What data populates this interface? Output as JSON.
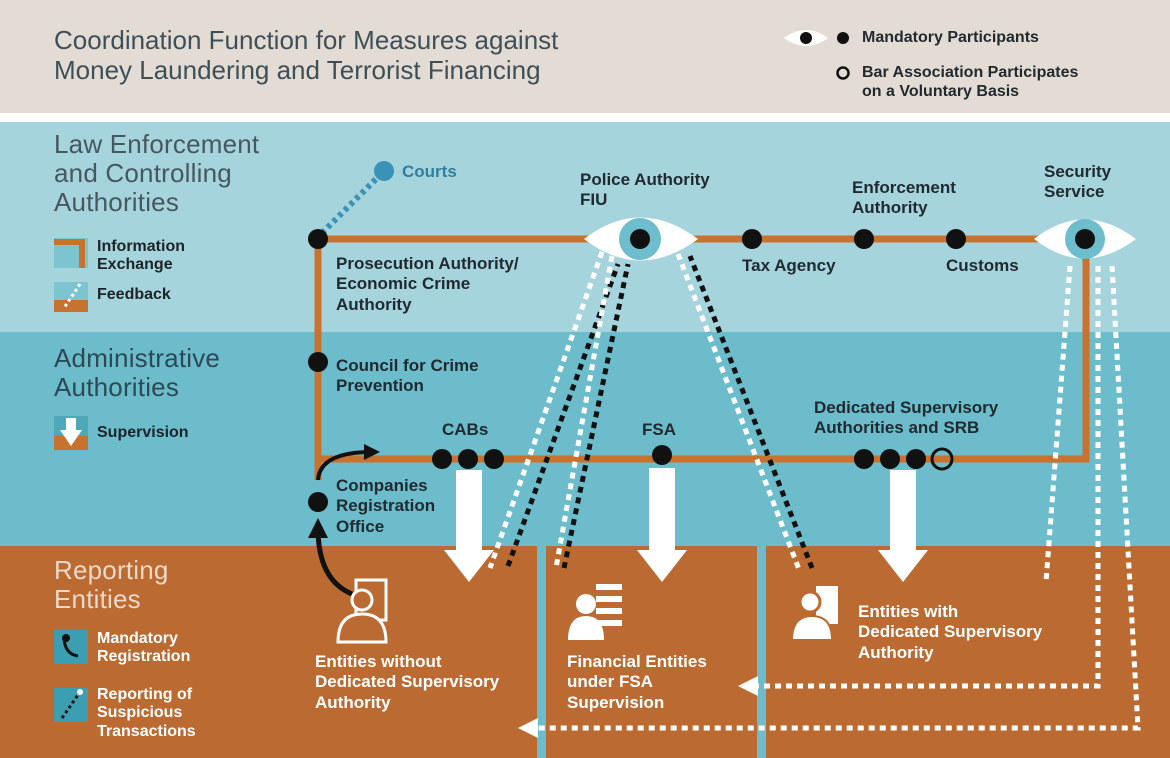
{
  "header": {
    "title": "Coordination Function for Measures against\nMoney Laundering and Terrorist Financing",
    "legend_mandatory": "Mandatory Participants",
    "legend_voluntary": "Bar Association Participates\non a Voluntary Basis"
  },
  "sections": {
    "law_enforcement": "Law Enforcement\nand Controlling\nAuthorities",
    "administrative": "Administrative\nAuthorities",
    "reporting": "Reporting\nEntities"
  },
  "legend": {
    "information_exchange": "Information\nExchange",
    "feedback": "Feedback",
    "supervision": "Supervision",
    "mandatory_registration": "Mandatory\nRegistration",
    "reporting_suspicious": "Reporting of\nSuspicious\nTransactions"
  },
  "nodes": {
    "courts": "Courts",
    "police_fiu": "Police Authority\nFIU",
    "enforcement_authority": "Enforcement\nAuthority",
    "security_service": "Security\nService",
    "prosecution": "Prosecution Authority/\nEconomic Crime\nAuthority",
    "tax_agency": "Tax Agency",
    "customs": "Customs",
    "council": "Council for Crime\nPrevention",
    "cabs": "CABs",
    "fsa": "FSA",
    "dedicated_supervisory": "Dedicated Supervisory\nAuthorities and SRB",
    "companies_registration": "Companies\nRegistration\nOffice"
  },
  "entities": {
    "without_supervisory": "Entities without\nDedicated Supervisory\nAuthority",
    "financial_fsa": "Financial Entities\nunder FSA\nSupervision",
    "with_supervisory": "Entities with\nDedicated Supervisory\nAuthority"
  },
  "colors": {
    "header_bg": "#e3dcd5",
    "law_bg": "#a7d5de",
    "admin_bg": "#6dbdcc",
    "reporting_bg": "#bd6d32",
    "line": "#c8722f",
    "node": "#111111",
    "courts_node": "#3a92b7"
  }
}
